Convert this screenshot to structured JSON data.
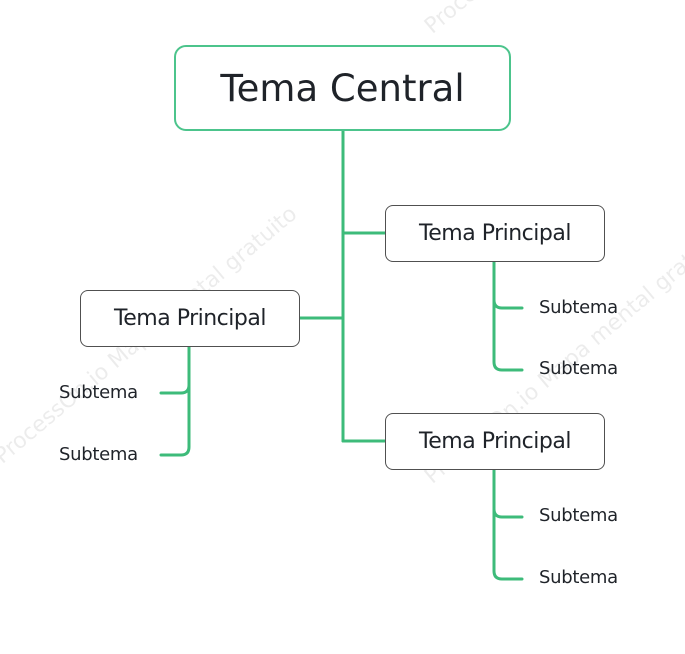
{
  "central_topic": "Tema Central",
  "watermark": "ProcessOn.io Mapa mental gratuito",
  "line_color": "#3dbb7a",
  "topics": [
    {
      "label": "Tema Principal",
      "subtopics": [
        "Subtema",
        "Subtema"
      ]
    },
    {
      "label": "Tema Principal",
      "subtopics": [
        "Subtema",
        "Subtema"
      ]
    },
    {
      "label": "Tema Principal",
      "subtopics": [
        "Subtema",
        "Subtema"
      ]
    }
  ]
}
